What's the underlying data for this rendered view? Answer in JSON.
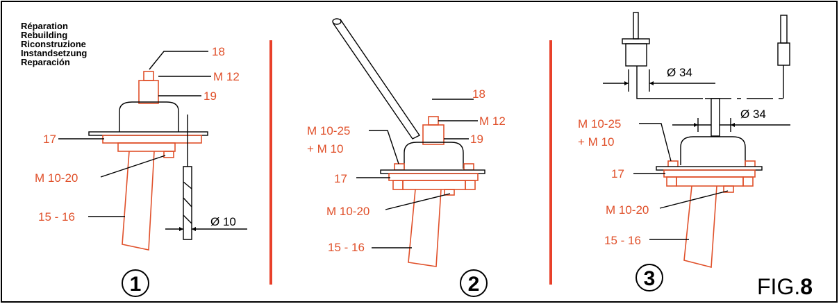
{
  "header": {
    "languages": [
      "Réparation",
      "Rebuilding",
      "Riconstruzione",
      "Instandsetzung",
      "Reparación"
    ]
  },
  "panel1": {
    "step": "1",
    "labels": {
      "nut": "18",
      "thread": "M 12",
      "sleeve": "19",
      "plate": "17",
      "bolt": "M 10-20",
      "lever": "15 - 16",
      "drill": "Ø 10"
    }
  },
  "panel2": {
    "step": "2",
    "labels": {
      "nut": "18",
      "thread": "M 12",
      "sleeve": "19",
      "bolt_top_1": "M 10-25",
      "bolt_top_2": "+ M 10",
      "plate": "17",
      "bolt": "M 10-20",
      "lever": "15 - 16"
    }
  },
  "panel3": {
    "step": "3",
    "labels": {
      "dia_top": "Ø 34",
      "dia_mid": "Ø 34",
      "bolt_top_1": "M 10-25",
      "bolt_top_2": "+ M 10",
      "plate": "17",
      "bolt": "M 10-20",
      "lever": "15 - 16"
    }
  },
  "figure": {
    "prefix": "FIG.",
    "number": "8"
  },
  "colors": {
    "accent": "#e0502a",
    "divider": "#e8402a",
    "line": "#000000"
  }
}
